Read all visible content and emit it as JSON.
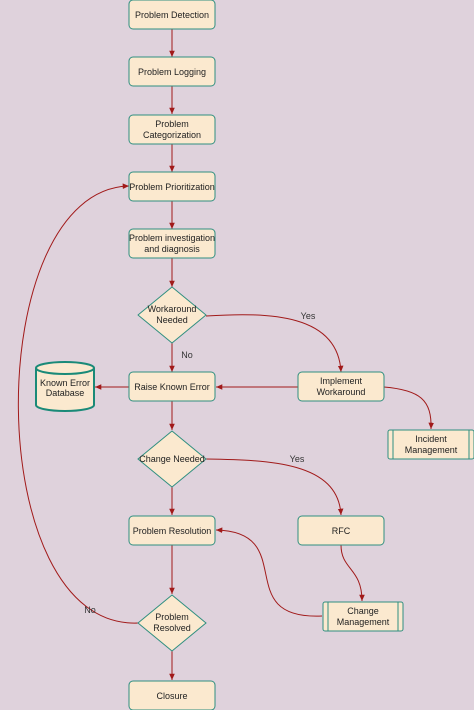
{
  "colors": {
    "background": "#dfd2dc",
    "node_fill": "#fbe9cf",
    "node_stroke": "#2f8f80",
    "edge": "#a11a1a"
  },
  "nodes": {
    "detection": "Problem Detection",
    "logging": "Problem Logging",
    "categorization": [
      "Problem",
      "Categorization"
    ],
    "prioritization": "Problem Prioritization",
    "investigation": [
      "Problem investigation",
      "and diagnosis"
    ],
    "workaround_needed": [
      "Workaround",
      "Needed"
    ],
    "raise_known_error": "Raise Known Error",
    "known_error_db": [
      "Known Error",
      "Database"
    ],
    "implement_workaround": [
      "Implement",
      "Workaround"
    ],
    "incident_management": [
      "Incident",
      "Management"
    ],
    "change_needed": "Change Needed",
    "problem_resolution": "Problem Resolution",
    "rfc": "RFC",
    "change_management": [
      "Change",
      "Management"
    ],
    "problem_resolved": [
      "Problem",
      "Resolved"
    ],
    "closure": "Closure"
  },
  "edge_labels": {
    "workaround_yes": "Yes",
    "workaround_no": "No",
    "change_yes": "Yes",
    "resolved_no": "No"
  }
}
